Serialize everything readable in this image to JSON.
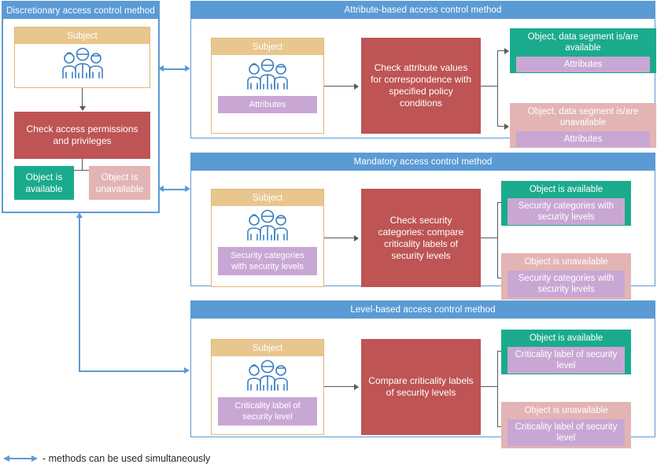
{
  "legend": {
    "text": "- methods can be used simultaneously",
    "arrow_icon": "double-arrow-icon",
    "arrow_color": "#5B9BD5"
  },
  "colors": {
    "panel_header": "#5B9BD5",
    "subject_header": "#E8C68E",
    "subject_border": "#E0B87A",
    "process": "#BE5454",
    "available": "#1BAB8C",
    "unavailable": "#E3B4B4",
    "badge": "#C9A7D4",
    "connector": "#595959"
  },
  "panels": {
    "discretionary": {
      "title": "Discretionary access control method",
      "subject": {
        "title": "Subject",
        "icon": "people-group-icon"
      },
      "process": "Check access permissions and privileges",
      "results": [
        {
          "label": "Object is available",
          "state": "available"
        },
        {
          "label": "Object is unavailable",
          "state": "unavailable"
        }
      ]
    },
    "attribute": {
      "title": "Attribute-based access control method",
      "subject": {
        "title": "Subject",
        "icon": "people-group-icon",
        "badge": "Attributes"
      },
      "process": "Check attribute values for correspondence with specified policy conditions",
      "results": [
        {
          "label": "Object, data segment is/are available",
          "badge": "Attributes",
          "state": "available"
        },
        {
          "label": "Object, data segment is/are unavailable",
          "badge": "Attributes",
          "state": "unavailable"
        }
      ]
    },
    "mandatory": {
      "title": "Mandatory access control method",
      "subject": {
        "title": "Subject",
        "icon": "people-group-icon",
        "badge": "Security categories with security levels"
      },
      "process": "Check security categories: compare criticality labels of security levels",
      "results": [
        {
          "label": "Object is available",
          "badge": "Security categories with security levels",
          "state": "available"
        },
        {
          "label": "Object is unavailable",
          "badge": "Security categories with security levels",
          "state": "unavailable"
        }
      ]
    },
    "level": {
      "title": "Level-based access control method",
      "subject": {
        "title": "Subject",
        "icon": "people-group-icon",
        "badge": "Criticality label of security level"
      },
      "process": "Compare criticality labels of security levels",
      "results": [
        {
          "label": "Object is available",
          "badge": "Criticality label of security level",
          "state": "available"
        },
        {
          "label": "Object is unavailable",
          "badge": "Criticality label of security level",
          "state": "unavailable"
        }
      ]
    }
  }
}
